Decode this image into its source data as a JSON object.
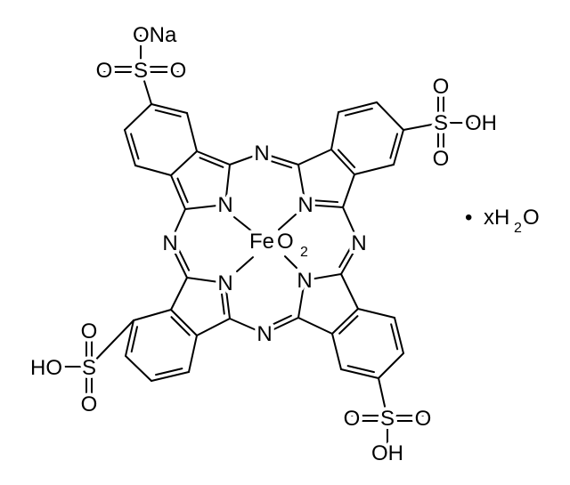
{
  "molecule": {
    "metal_label": "Fe",
    "ligand_label": "O",
    "ligand_subscript": "2",
    "ring_nitrogen": "N",
    "sulfonate_sodium": {
      "sulfur": "S",
      "oxo": "O",
      "salt": "ONa"
    },
    "sulfonic_acid": {
      "sulfur": "S",
      "oxo": "O",
      "hydroxyl_right": "OH",
      "hydroxyl_left": "HO"
    },
    "hydrate": {
      "bullet": "•",
      "prefix": "xH",
      "subscript": "2",
      "suffix": "O"
    }
  }
}
